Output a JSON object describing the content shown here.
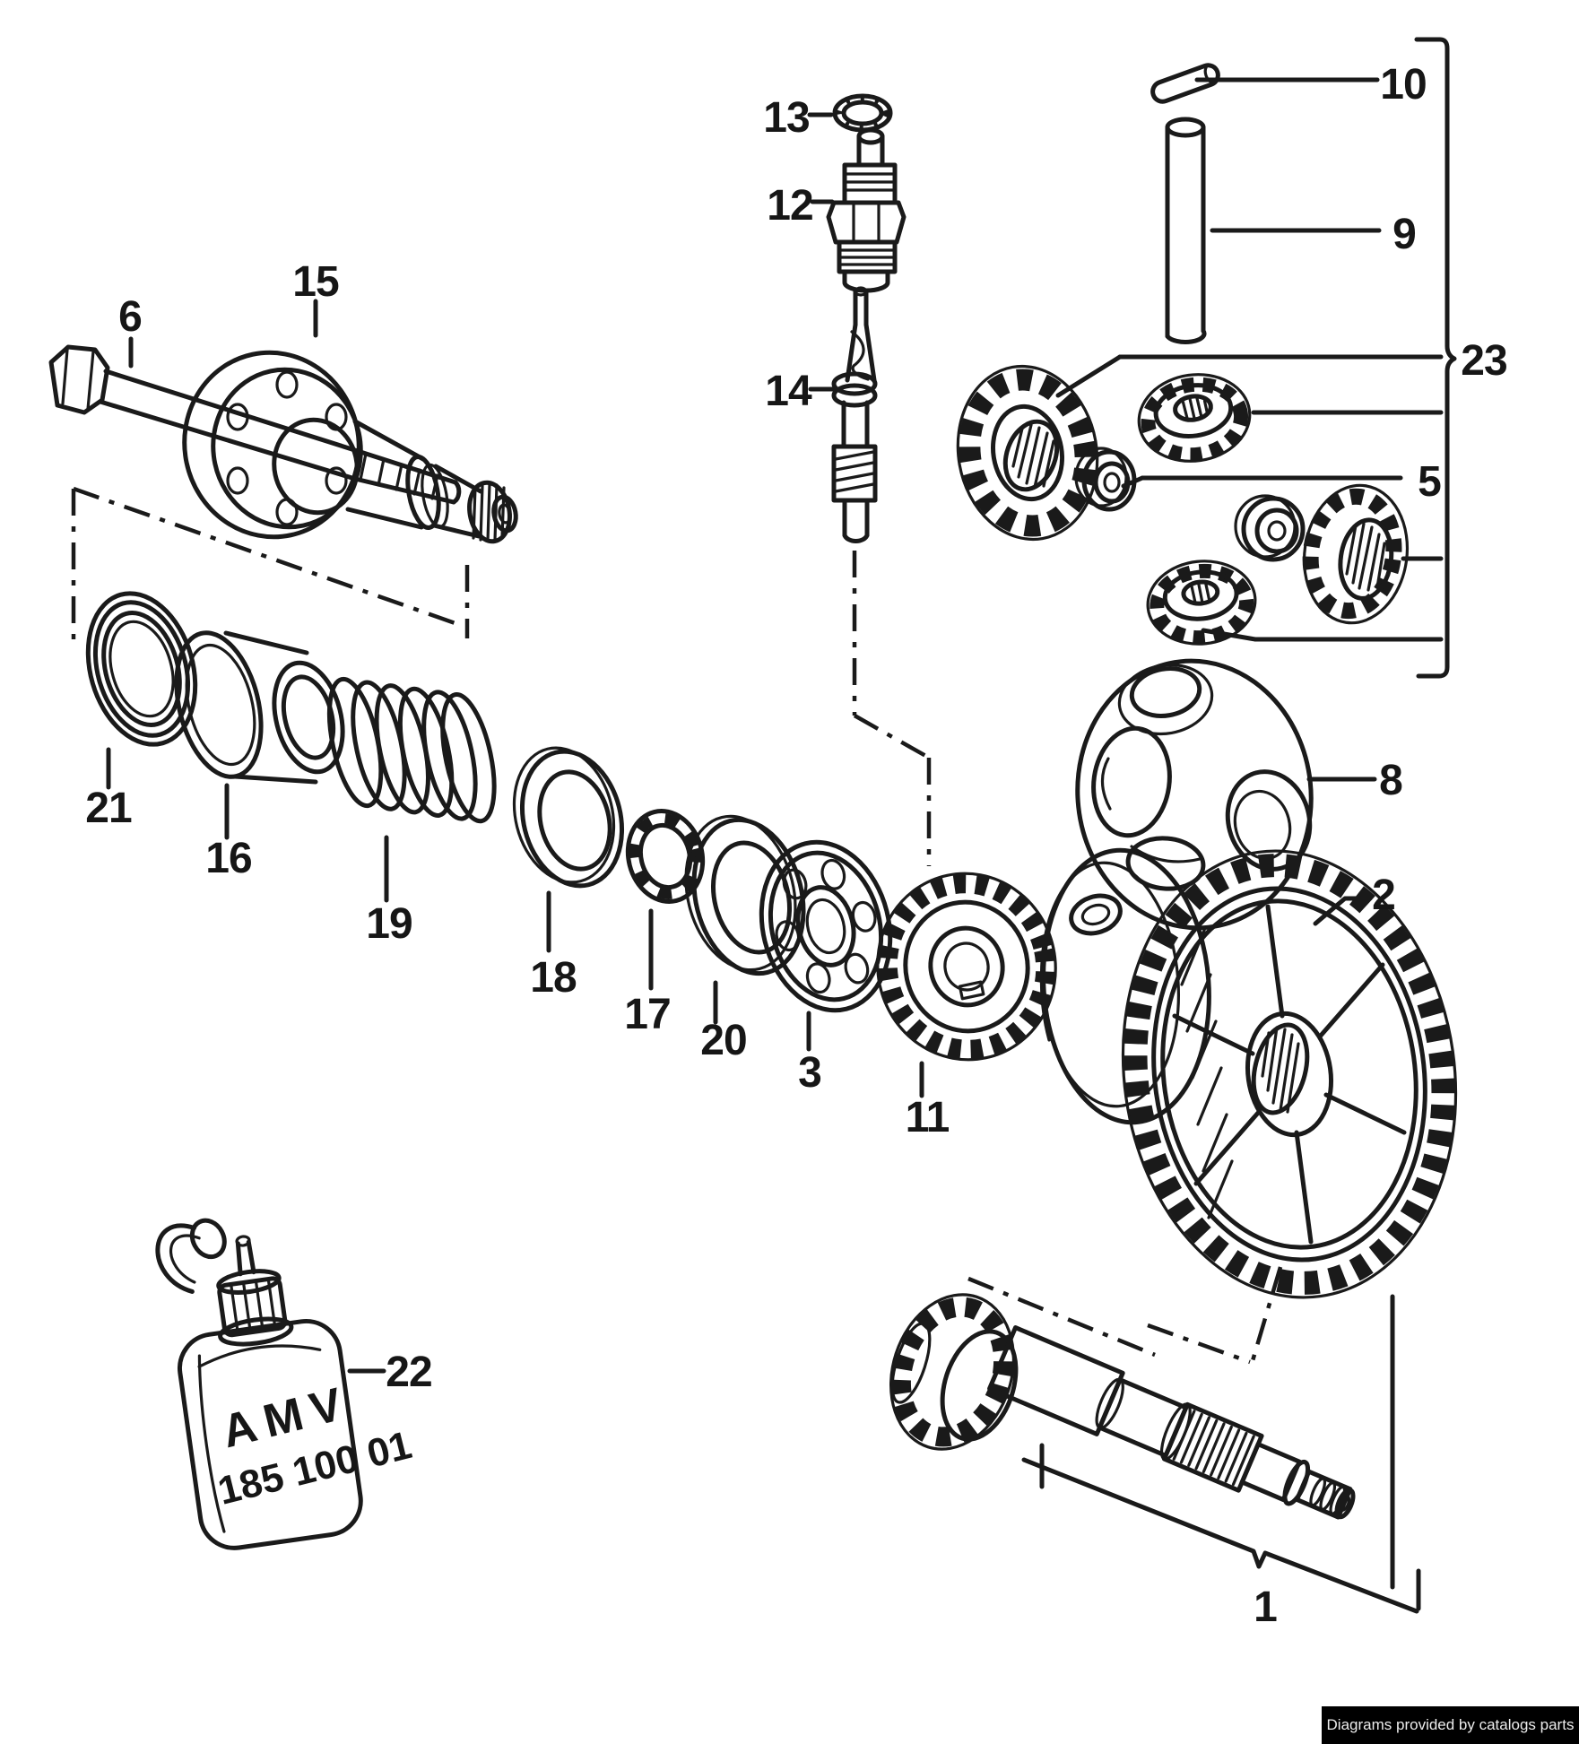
{
  "diagram": {
    "type": "exploded-parts-diagram",
    "line_color": "#1a1a1a",
    "background": "#ffffff",
    "callouts": {
      "c1": "1",
      "c2": "2",
      "c3": "3",
      "c5": "5",
      "c6": "6",
      "c8": "8",
      "c9": "9",
      "c10": "10",
      "c11": "11",
      "c12": "12",
      "c13": "13",
      "c14": "14",
      "c15": "15",
      "c16": "16",
      "c17": "17",
      "c18": "18",
      "c19": "19",
      "c20": "20",
      "c21": "21",
      "c22": "22",
      "c23": "23"
    },
    "bottle": {
      "brand": "AMV",
      "part_number": "185 100 01"
    }
  },
  "footer": {
    "text": "Diagrams provided by catalogs parts",
    "background": "#000000",
    "text_color": "#ededed"
  }
}
